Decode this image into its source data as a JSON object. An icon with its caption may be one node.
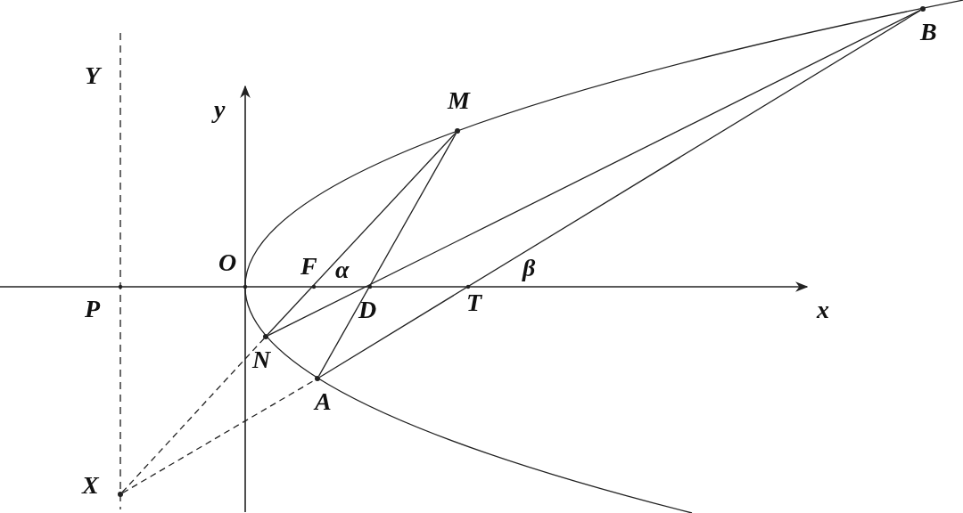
{
  "diagram": {
    "nodes": [
      {
        "text": [
          "M"
        ]
      },
      {
        "text": [
          "B"
        ]
      },
      {
        "text": [
          "N"
        ]
      },
      {
        "text": [
          "A"
        ]
      },
      {
        "text": [
          "X"
        ]
      }
    ],
    "edges": [
      {
        "from": 2,
        "to": 0,
        "arrow": "none"
      },
      {
        "from": 3,
        "to": 0,
        "arrow": "none"
      },
      {
        "from": 2,
        "to": 1,
        "arrow": "none"
      },
      {
        "from": 3,
        "to": 1,
        "arrow": "none"
      },
      {
        "from": 4,
        "to": 2,
        "arrow": "none",
        "style": "dashed"
      },
      {
        "from": 4,
        "to": 3,
        "arrow": "none",
        "style": "dashed"
      }
    ],
    "labels": [
      "Y",
      "y",
      "O",
      "F",
      "α",
      "β",
      "P",
      "D",
      "T",
      "x"
    ]
  }
}
